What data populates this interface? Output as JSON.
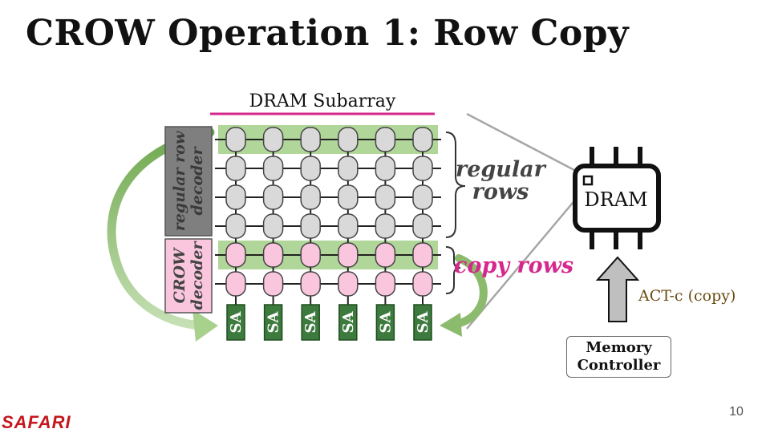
{
  "slide": {
    "title": "CROW Operation 1: Row Copy",
    "page_number": "10",
    "logo_text": "SAFARI"
  },
  "diagram": {
    "subarray_label": "DRAM Subarray",
    "regular_row_decoder_label": "regular row decoder",
    "crow_decoder_label": "CROW decoder",
    "regular_rows_label": "regular rows",
    "copy_rows_label": "copy rows",
    "sense_amp_label": "SA",
    "dram_chip_label": "DRAM",
    "command_label": "ACT-c (copy)",
    "memory_controller_label": "Memory\nController",
    "regular_row_count": 4,
    "copy_row_count": 2,
    "column_count": 6,
    "activated_rows": [
      "regular row 1",
      "copy row 1"
    ],
    "colors": {
      "regular_cell": "#d9d9d9",
      "copy_cell": "#f9c6dd",
      "activated_highlight": "#a9d18e",
      "sense_amp": "#3d7a3d",
      "crow_decoder": "#f9c6dd",
      "regular_decoder": "#7f7f7f",
      "accent_pink": "#d6288c",
      "arrow_green": "#8dbb6e"
    }
  }
}
